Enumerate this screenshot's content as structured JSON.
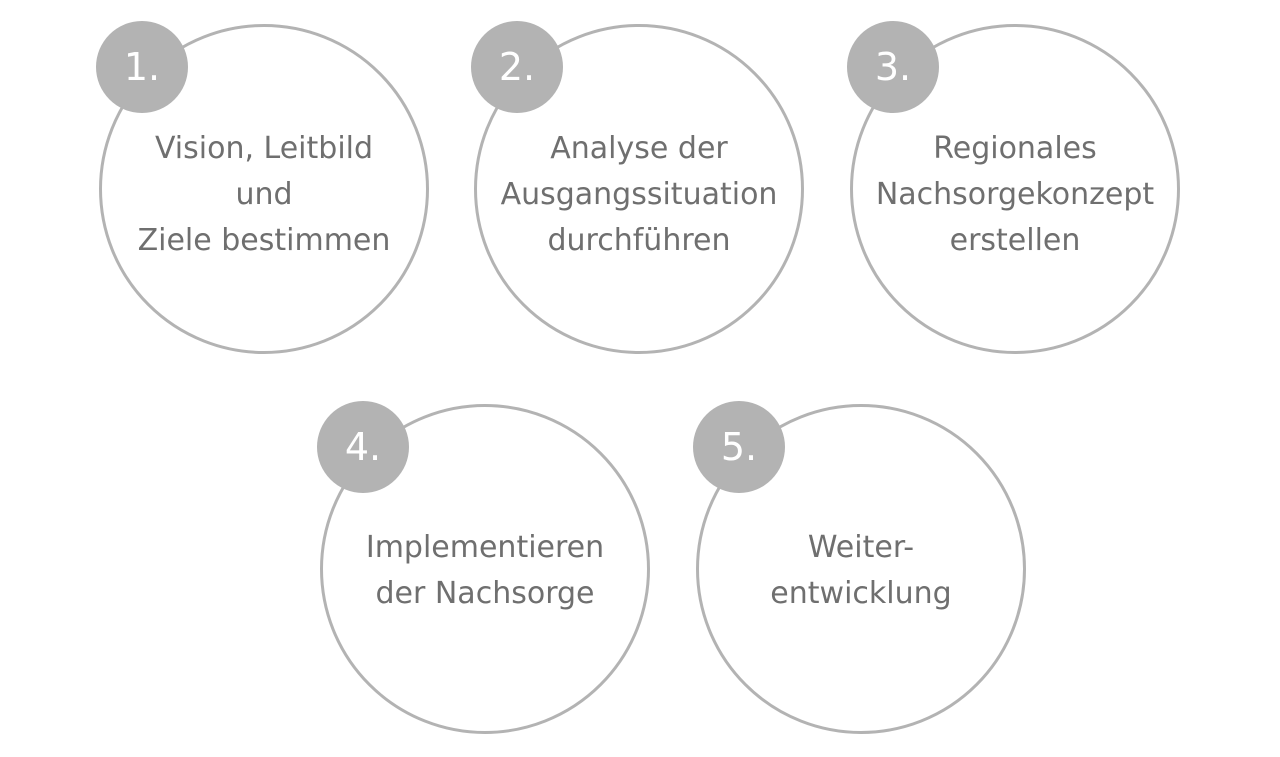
{
  "steps": [
    {
      "number": "1.",
      "lines": [
        "Vision, Leitbild",
        "und",
        "Ziele bestimmen"
      ]
    },
    {
      "number": "2.",
      "lines": [
        "Analyse der",
        "Ausgangssituation",
        "durchführen"
      ]
    },
    {
      "number": "3.",
      "lines": [
        "Regionales",
        "Nachsorgekonzept",
        "erstellen"
      ]
    },
    {
      "number": "4.",
      "lines": [
        "Implementieren",
        "der Nachsorge"
      ]
    },
    {
      "number": "5.",
      "lines": [
        "Weiter-",
        "entwicklung"
      ]
    }
  ],
  "colors": {
    "circle_stroke": "#b3b3b3",
    "badge_fill": "#b3b3b3",
    "badge_text": "#ffffff",
    "label_text": "#6f6f6f"
  }
}
